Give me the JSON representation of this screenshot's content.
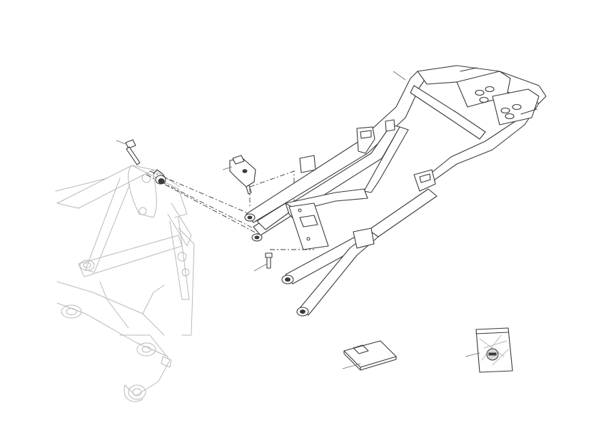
{
  "diagram": {
    "parts": [
      {
        "id": "rear-subframe",
        "icon": "rear-subframe-drawing"
      },
      {
        "id": "main-frame",
        "icon": "main-frame-drawing"
      },
      {
        "id": "bolt-upper",
        "icon": "bolt-drawing"
      },
      {
        "id": "bushing",
        "icon": "bushing-drawing"
      },
      {
        "id": "mounting-bracket",
        "icon": "bracket-drawing"
      },
      {
        "id": "bolt-lower",
        "icon": "bolt-drawing"
      },
      {
        "id": "instruction-sheet",
        "icon": "booklet-drawing"
      },
      {
        "id": "ducati-pouch",
        "icon": "pouch-drawing"
      }
    ],
    "colors": {
      "line": "#3a3a3a",
      "faint": "#b9b9b9",
      "background": "#ffffff"
    }
  }
}
